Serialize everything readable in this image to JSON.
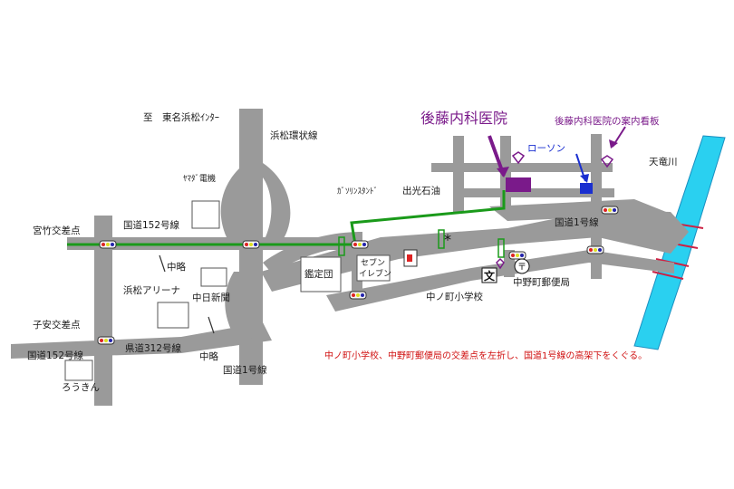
{
  "colors": {
    "road": "#9a9a9a",
    "route": "#1a9a1a",
    "clinic": "#7a1a8a",
    "lawson": "#1a2fd0",
    "river": "#2ad0f0",
    "note": "#d01010"
  },
  "labels": {
    "to_tomei": "至　東名浜松ｲﾝﾀｰ",
    "kanjo": "浜松環状線",
    "yamada": "ﾔﾏﾀﾞ電機",
    "gasoline": "ｶﾞｿﾘﾝｽﾀﾝﾄﾞ",
    "idemitsu": "出光石油",
    "clinic_title": "後藤内科医院",
    "clinic_sign": "後藤内科医院の案内看板",
    "lawson": "ローソン",
    "tenryu": "天竜川",
    "miyatake": "宮竹交差点",
    "kokudo152_top": "国道152号線",
    "kokudo1_right": "国道1号線",
    "chuuryaku1": "中略",
    "arena": "浜松アリーナ",
    "chunichi": "中日新聞",
    "kanteidan": "鑑定団",
    "seven_1": "セブン",
    "seven_2": "イレブン",
    "koyasu": "子安交差点",
    "kokudo152_left": "国道152号線",
    "kendo312": "県道312号線",
    "chuuryaku2": "中略",
    "kokudo1_bottom": "国道1号線",
    "rokin": "ろうきん",
    "school": "中ノ町小学校",
    "post": "中野町郵便局",
    "school_mark": "文",
    "post_mark": "〒",
    "asterisk": "*",
    "directions": "中ノ町小学校、中野町郵便局の交差点を左折し、国道1号線の高架下をくぐる。"
  },
  "icons": [
    "traffic-light-icon",
    "gas-station-icon",
    "crossing-icon",
    "school-icon",
    "post-office-icon",
    "clinic-marker-icon",
    "lawson-marker-icon",
    "arrow-icon"
  ]
}
